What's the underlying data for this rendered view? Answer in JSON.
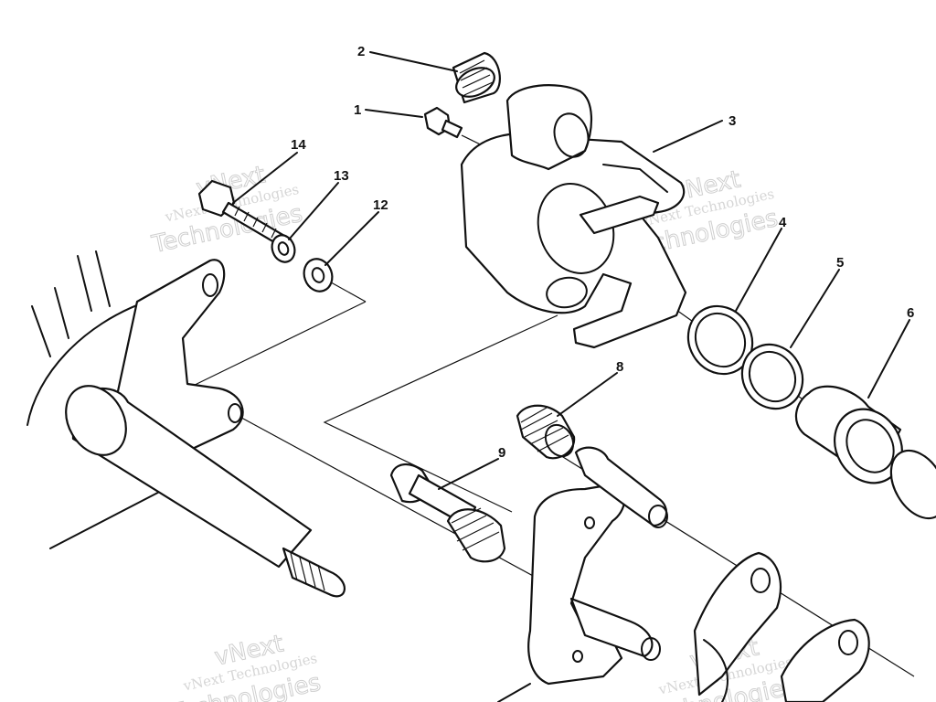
{
  "diagram": {
    "callouts": [
      "1",
      "2",
      "3",
      "4",
      "5",
      "6",
      "8",
      "9",
      "12",
      "13",
      "14"
    ],
    "watermark": {
      "line1": "vNext",
      "line2": "vNext Technologies",
      "line3": "Technologies"
    }
  }
}
